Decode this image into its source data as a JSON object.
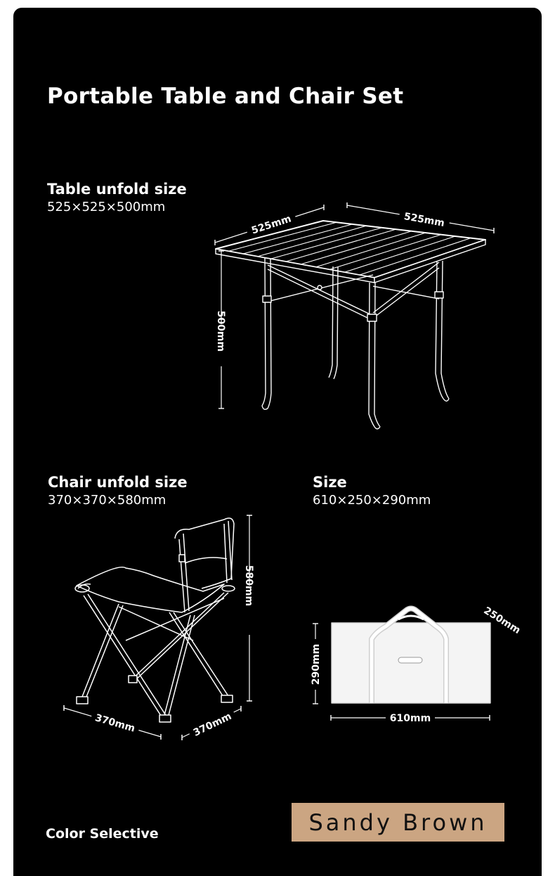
{
  "title": "Portable Table and Chair Set",
  "table": {
    "heading": "Table unfold size",
    "size": "525×525×500mm",
    "dim_left": "525mm",
    "dim_right": "525mm",
    "dim_height": "500mm"
  },
  "chair": {
    "heading": "Chair unfold size",
    "size": "370×370×580mm",
    "dim_left": "370mm",
    "dim_right": "370mm",
    "dim_height": "580mm"
  },
  "bag": {
    "heading": "Size",
    "size": "610×250×290mm",
    "dim_width": "610mm",
    "dim_depth": "250mm",
    "dim_height": "290mm"
  },
  "color": {
    "label": "Color  Selective",
    "option": "Sandy Brown",
    "swatch": "#cba582"
  }
}
